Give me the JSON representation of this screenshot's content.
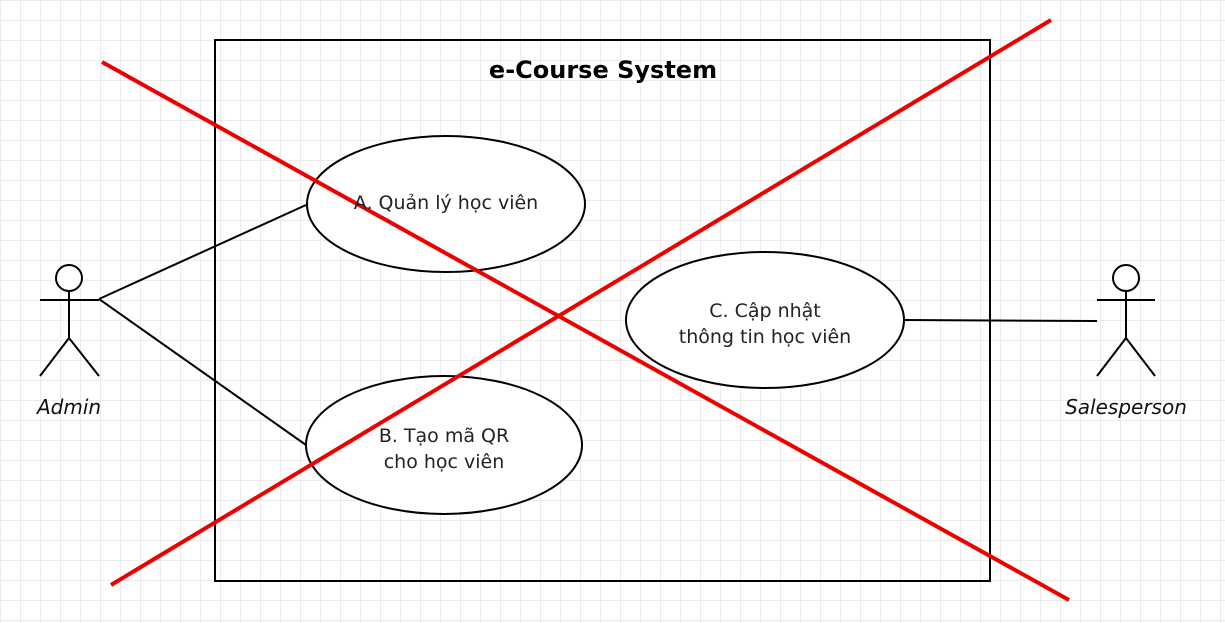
{
  "diagram": {
    "system_title": "e-Course System",
    "actors": {
      "admin": "Admin",
      "salesperson": "Salesperson"
    },
    "use_cases": {
      "a": "A. Quản lý học viên",
      "b_line1": "B. Tạo mã QR",
      "b_line2": "cho học viên",
      "c_line1": "C. Cập nhật",
      "c_line2": "thông tin học viên"
    }
  },
  "colors": {
    "strike_lines": "#ee0000",
    "outline": "#000000",
    "grid": "#ebebeb"
  }
}
